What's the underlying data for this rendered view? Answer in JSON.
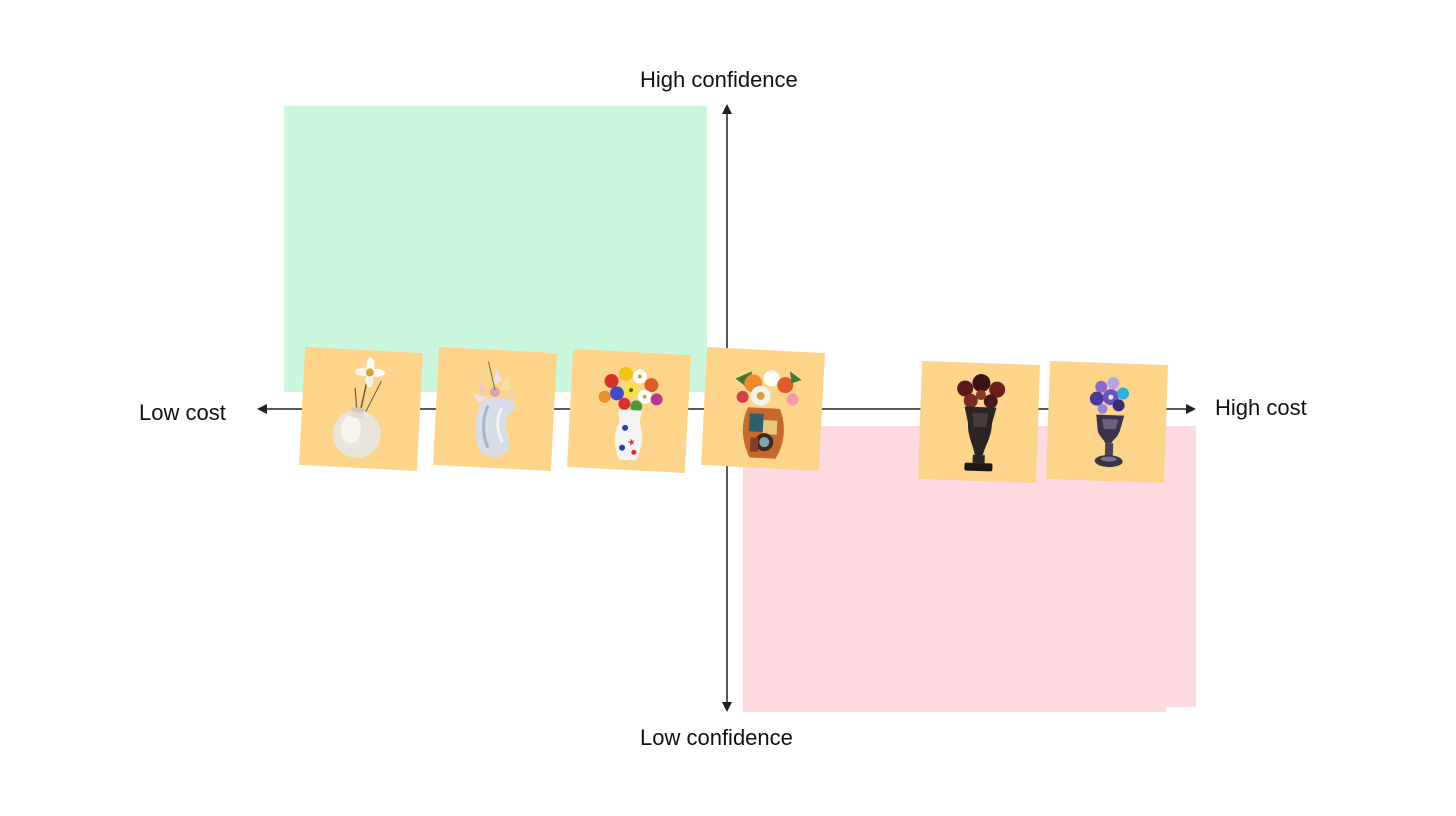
{
  "axes": {
    "y_top_label": "High confidence",
    "y_bottom_label": "Low confidence",
    "x_left_label": "Low cost",
    "x_right_label": "High cost"
  },
  "colors": {
    "card_background": "#FDD48A",
    "high_confidence_low_cost_zone": "#CBF7DD",
    "low_confidence_high_cost_zone": "#FFDAE0",
    "axis": "#222222"
  },
  "cards": [
    {
      "id": "white-round-vase-single-flower",
      "icon": "vase-icon"
    },
    {
      "id": "swirl-vase-lilies",
      "icon": "vase-icon"
    },
    {
      "id": "patterned-vase-bouquet",
      "icon": "vase-icon"
    },
    {
      "id": "cubist-vase-bouquet",
      "icon": "vase-icon"
    },
    {
      "id": "dark-ornate-urn-roses",
      "icon": "vase-icon"
    },
    {
      "id": "ornate-goblet-purple-flowers",
      "icon": "vase-icon"
    }
  ]
}
